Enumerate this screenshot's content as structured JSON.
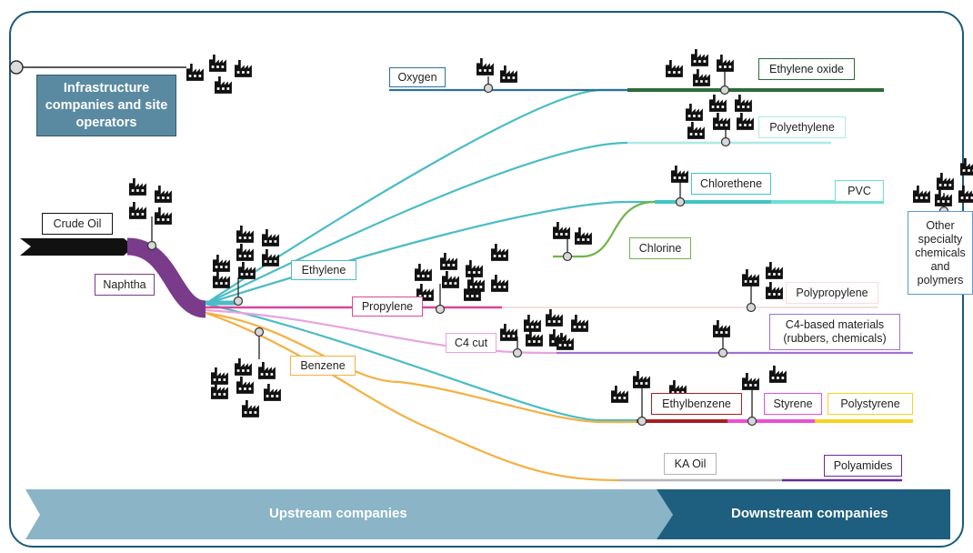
{
  "labels": {
    "infrastructure": "Infrastructure companies and site operators",
    "crude_oil": "Crude Oil",
    "naphtha": "Naphtha",
    "ethylene": "Ethylene",
    "propylene": "Propylene",
    "c4_cut": "C4 cut",
    "benzene": "Benzene",
    "oxygen": "Oxygen",
    "chlorine": "Chlorine",
    "ethylene_oxide": "Ethylene oxide",
    "polyethylene": "Polyethylene",
    "chlorethene": "Chlorethene",
    "pvc": "PVC",
    "polypropylene": "Polypropylene",
    "c4_materials": "C4-based materials (rubbers, chemicals)",
    "ethylbenzene": "Ethylbenzene",
    "styrene": "Styrene",
    "polystyrene": "Polystyrene",
    "ka_oil": "KA Oil",
    "polyamides": "Polyamides",
    "other": "Other specialty chemicals and polymers"
  },
  "bottom_bar": {
    "upstream": "Upstream companies",
    "downstream": "Downstream companies"
  },
  "colors": {
    "frame": "#1b5a7a",
    "naphtha": "#7a3b8a",
    "ethylene": "#4bbcc6",
    "propylene": "#d9479a",
    "c4": "#e7a3e0",
    "c4_materials": "#a06fd6",
    "benzene": "#f5b042",
    "oxygen": "#2e6f9e",
    "ethylene_oxide": "#2d6a3a",
    "chlorine": "#6fb54a",
    "pvc": "#6de0d4",
    "ethylbenzene": "#a52020",
    "styrene": "#e84fd6",
    "polystyrene": "#f7d21f",
    "ka_oil": "#b5b5b5",
    "polyamides": "#6a2a9a",
    "upstream_bar": "#8bb4c6",
    "downstream_bar": "#1e5f7f"
  },
  "icon": "factory-icon"
}
